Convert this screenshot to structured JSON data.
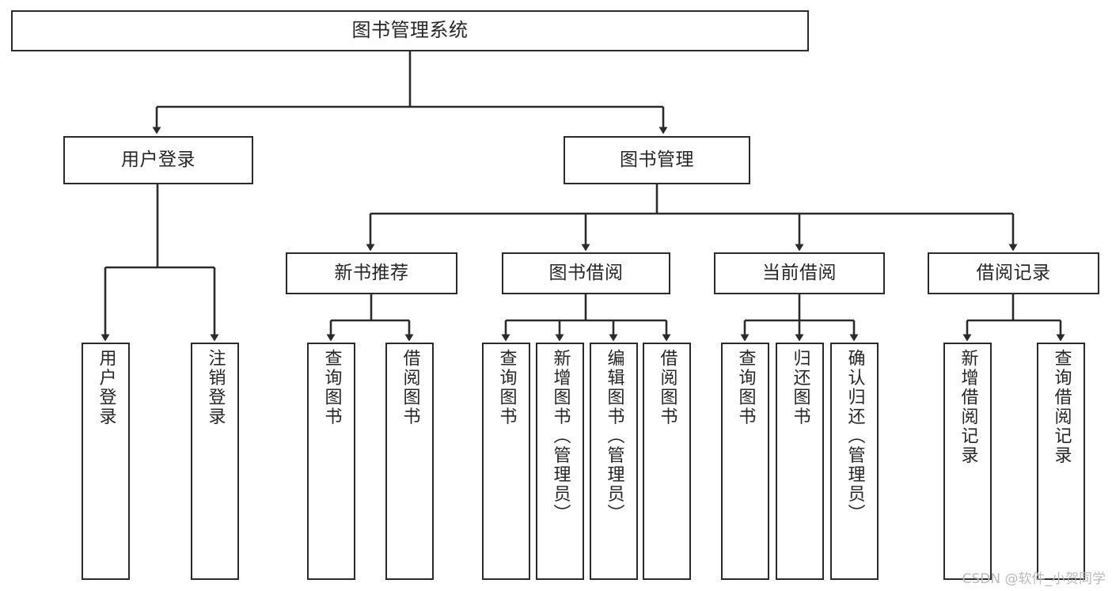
{
  "diagram": {
    "title": "图书管理系统",
    "type": "功能结构图",
    "watermark": "CSDN @软件_小贺同学",
    "style": {
      "background": "#ffffff",
      "box_border": "#2b2b2b",
      "box_fill": "#ffffff",
      "text_color": "#262626",
      "connector_color": "#2b2b2b"
    },
    "nodes": {
      "root": {
        "label": "图书管理系统"
      },
      "level2": [
        {
          "id": "user-login",
          "label": "用户登录"
        },
        {
          "id": "book-manage",
          "label": "图书管理"
        }
      ],
      "level3": [
        {
          "id": "new-book-recommend",
          "label": "新书推荐"
        },
        {
          "id": "book-borrow",
          "label": "图书借阅"
        },
        {
          "id": "current-borrow",
          "label": "当前借阅"
        },
        {
          "id": "borrow-record",
          "label": "借阅记录"
        }
      ],
      "leaves": {
        "user_login": [
          {
            "id": "leaf-user-login",
            "label": "用户登录"
          },
          {
            "id": "leaf-logout-login",
            "label": "注销登录"
          }
        ],
        "new_book_recommend": [
          {
            "id": "leaf-query-book-1",
            "label": "查询图书"
          },
          {
            "id": "leaf-borrow-book-1",
            "label": "借阅图书"
          }
        ],
        "book_borrow": [
          {
            "id": "leaf-query-book-2",
            "label": "查询图书"
          },
          {
            "id": "leaf-add-book",
            "label": "新增图书（管理员）"
          },
          {
            "id": "leaf-edit-book",
            "label": "编辑图书（管理员）"
          },
          {
            "id": "leaf-borrow-book-2",
            "label": "借阅图书"
          }
        ],
        "current_borrow": [
          {
            "id": "leaf-query-book-3",
            "label": "查询图书"
          },
          {
            "id": "leaf-return-book",
            "label": "归还图书"
          },
          {
            "id": "leaf-confirm-return",
            "label": "确认归还（管理员）"
          }
        ],
        "borrow_record": [
          {
            "id": "leaf-add-record",
            "label": "新增借阅记录"
          },
          {
            "id": "leaf-query-record",
            "label": "查询借阅记录"
          }
        ]
      }
    }
  }
}
